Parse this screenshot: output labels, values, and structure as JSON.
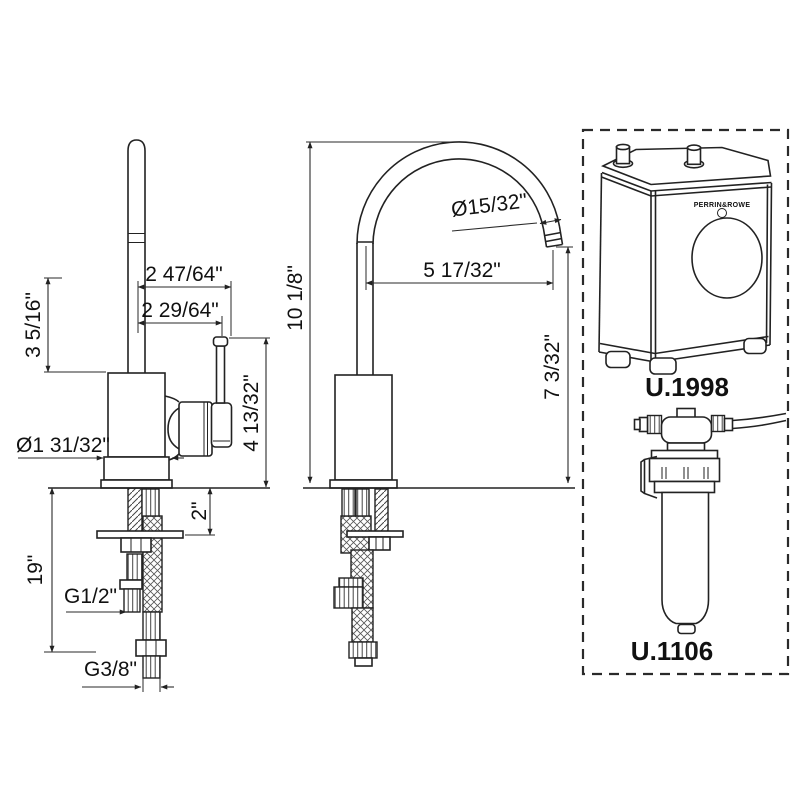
{
  "front_view": {
    "dim_spout_offset_outer": "2 47/64\"",
    "dim_spout_offset_inner": "2 29/64\"",
    "dim_lever_height": "3 5/16\"",
    "dim_base_diameter": "Ø1 31/32\"",
    "dim_handle_height": "4 13/32\"",
    "dim_deck_thickness": "2\"",
    "dim_supply_length": "19\"",
    "label_inlet_thread": "G1/2\"",
    "label_supply_thread": "G3/8\""
  },
  "side_view": {
    "dim_overall_height": "10 1/8\"",
    "dim_spout_reach": "5 17/32\"",
    "dim_spout_outlet_diameter": "Ø15/32\"",
    "dim_spout_clearance": "7 3/32\""
  },
  "accessories": {
    "heater_tank_model": "U.1998",
    "filter_model": "U.1106",
    "tank_brand_logo": "PERRIN&ROWE"
  }
}
